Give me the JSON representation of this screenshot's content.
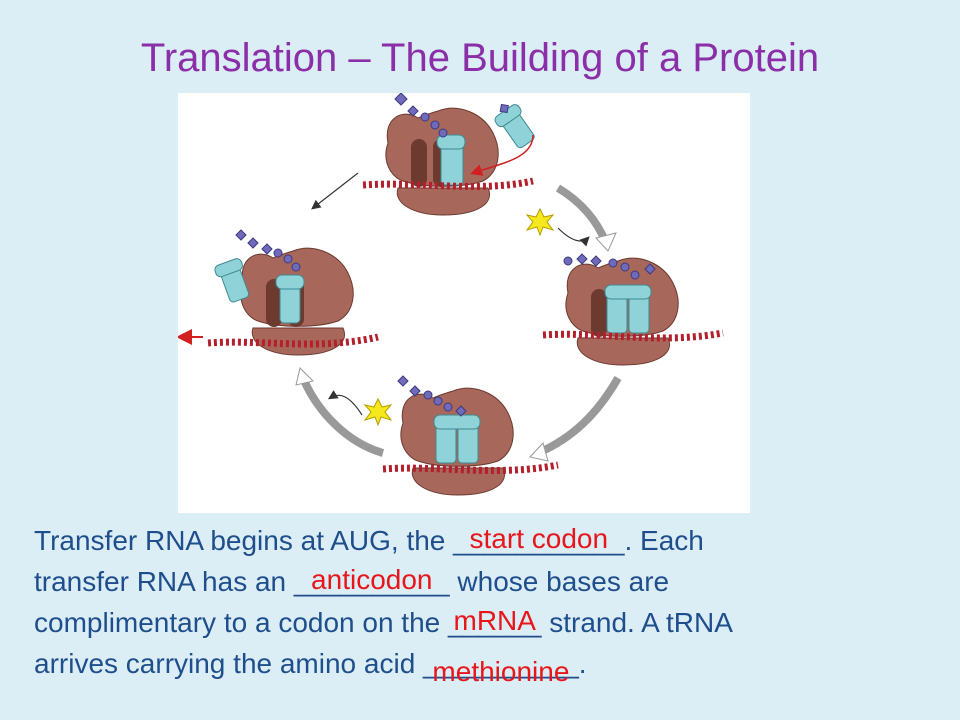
{
  "slide": {
    "title": "Translation – The Building of a Protein"
  },
  "figure": {
    "icons": [
      "ribosome-icon",
      "trna-icon",
      "mrna-strand-icon",
      "amino-acid-chain-icon",
      "energy-burst-icon",
      "cycle-arrow-icon"
    ]
  },
  "text": {
    "l1_a": "Transfer RNA begins at AUG, the ",
    "blank1_line": "___________",
    "blank1_answer": "start codon",
    "l1_b": ".  Each",
    "l2_a": "transfer RNA has an ",
    "blank2_line": "__________",
    "blank2_answer": "anticodon",
    "l2_b": " whose bases are",
    "l3_a": "complimentary to a codon on the ",
    "blank3_line": "______",
    "blank3_answer": "mRNA",
    "l3_b": " strand.  A tRNA",
    "l4_a": "arrives carrying the amino acid ",
    "blank4_line": "__________",
    "blank4_answer": "methionine",
    "l4_b": "."
  },
  "colors": {
    "title": "#8a2fa8",
    "body_text": "#1f4e8c",
    "answer": "#e8161b",
    "background": "#dbedf5",
    "ribosome": "#a7675a",
    "trna": "#8fd2d8",
    "mrna": "#b3202c",
    "amino_acid": "#6f6bb8",
    "energy": "#f7e81e"
  }
}
